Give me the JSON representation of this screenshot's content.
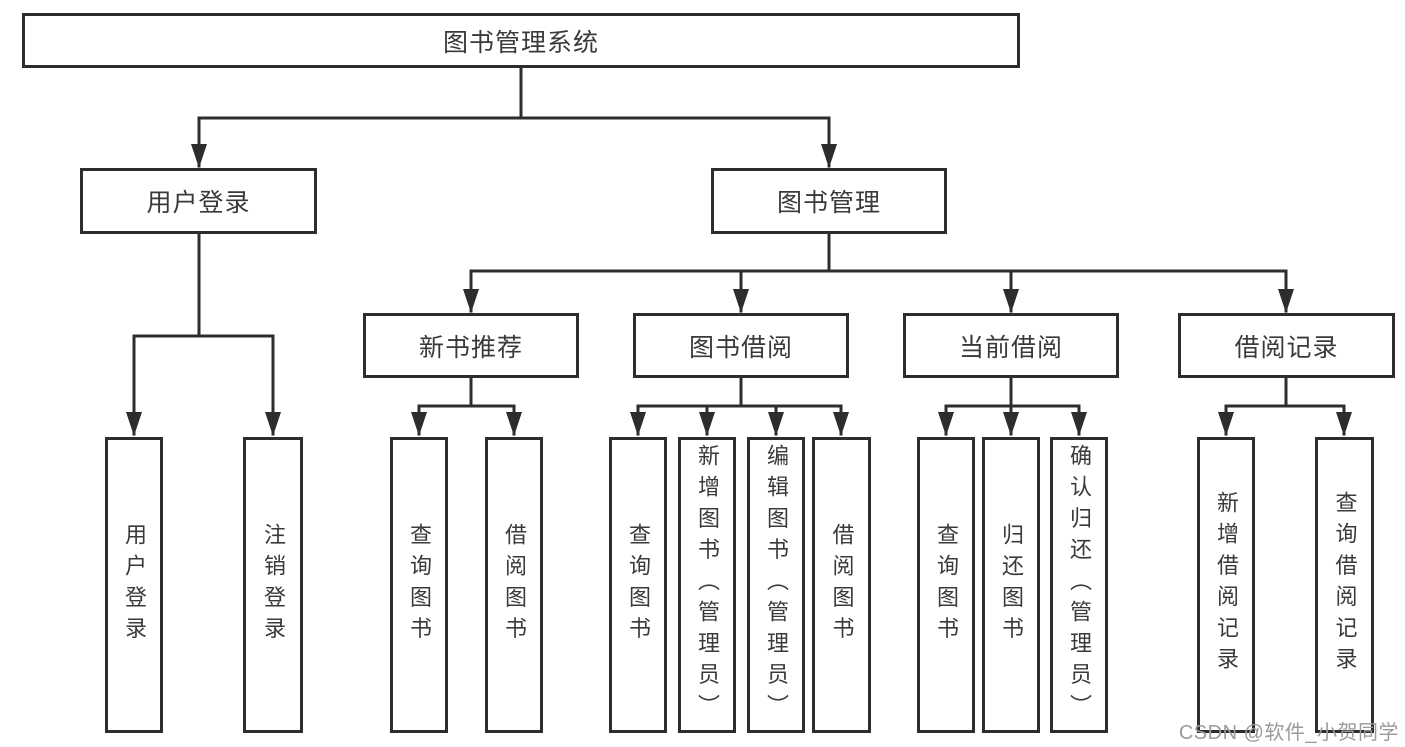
{
  "nodes": {
    "root": "图书管理系统",
    "user_login": "用户登录",
    "book_management": "图书管理",
    "new_book_recommend": "新书推荐",
    "book_borrowing": "图书借阅",
    "current_borrowing": "当前借阅",
    "borrowing_records": "借阅记录",
    "leaf_user_login": "用户登录",
    "leaf_logout": "注销登录",
    "nb_query_books": "查询图书",
    "nb_borrow_books": "借阅图书",
    "bb_query_books": "查询图书",
    "bb_add_books_admin": "新增图书（管理员）",
    "bb_edit_books_admin": "编辑图书（管理员）",
    "bb_borrow_books": "借阅图书",
    "cb_query_books": "查询图书",
    "cb_return_books": "归还图书",
    "cb_confirm_return_admin": "确认归还（管理员）",
    "br_add_record": "新增借阅记录",
    "br_query_record": "查询借阅记录"
  },
  "watermark": "CSDN @软件_小贺同学",
  "colors": {
    "line": "#2d2d2d",
    "text": "#3a3a3a",
    "watermark": "#9b9b9b",
    "background": "#ffffff"
  }
}
